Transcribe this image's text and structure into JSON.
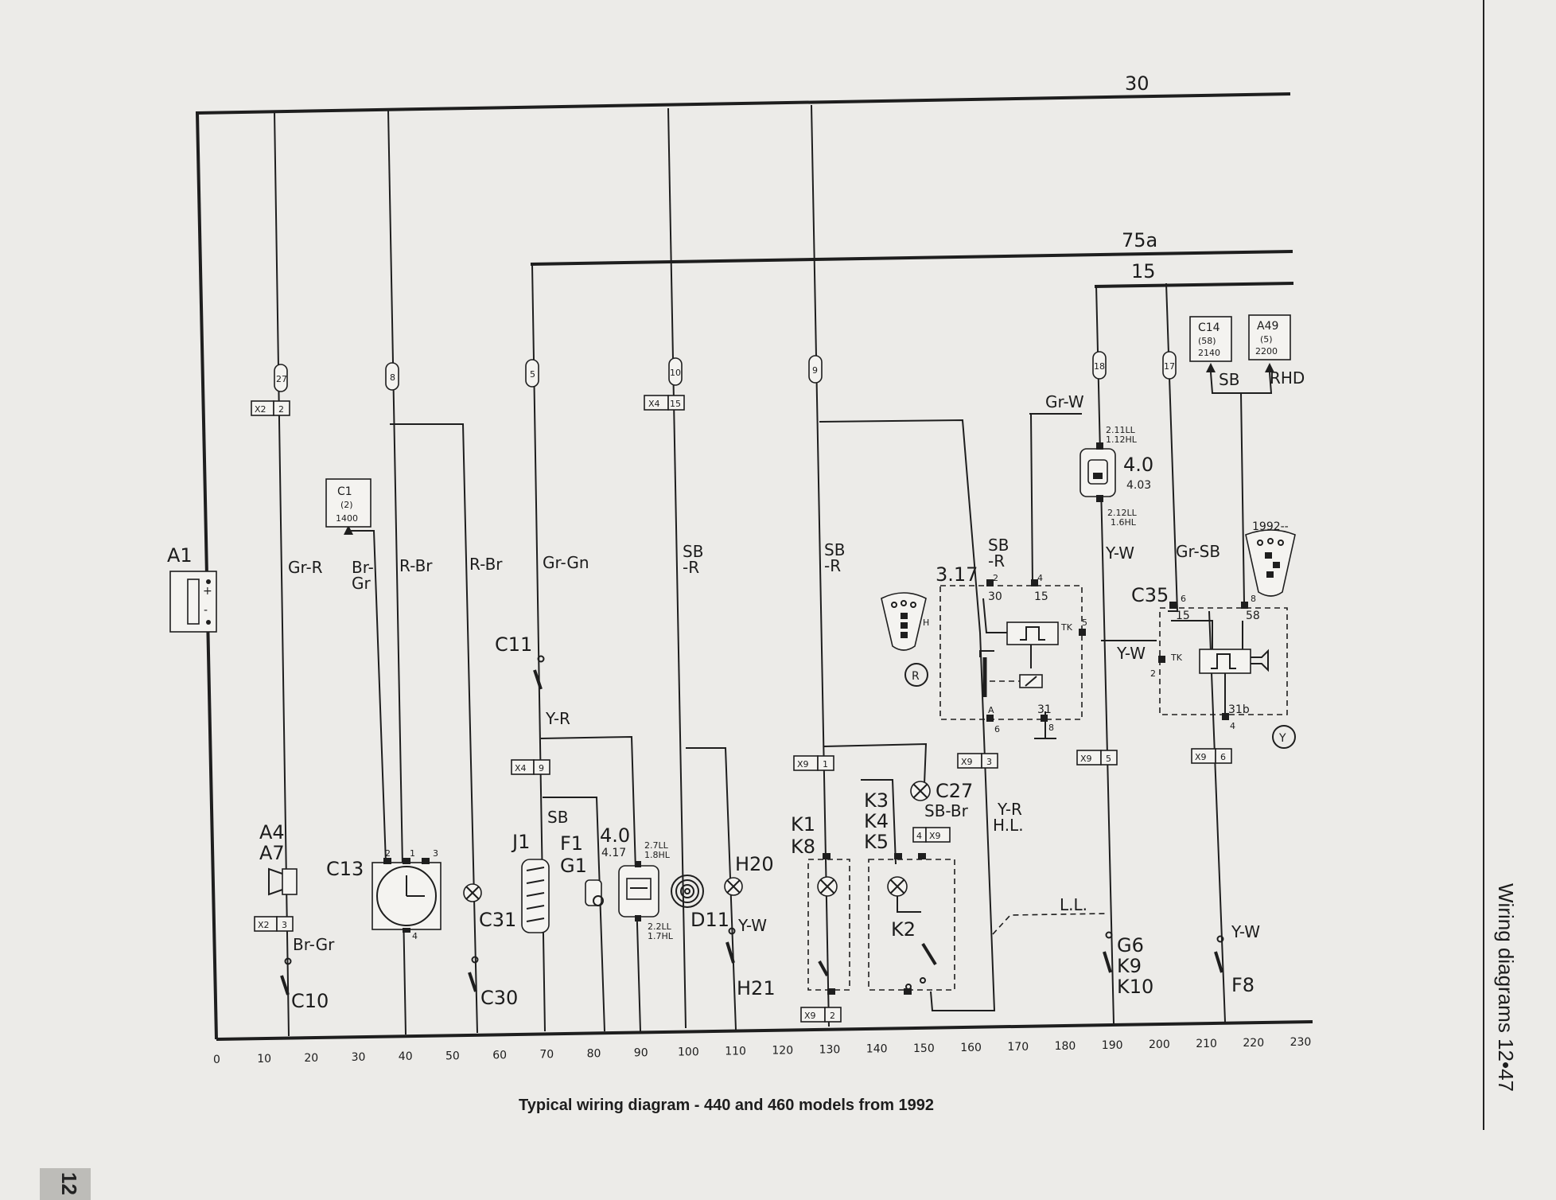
{
  "caption": "Typical wiring diagram - 440 and 460 models from 1992",
  "side_title": "Wiring diagrams  12•47",
  "page_number": "12",
  "buses": {
    "b30": "30",
    "b75a": "75a",
    "b15": "15"
  },
  "axis": [
    "0",
    "10",
    "20",
    "30",
    "40",
    "50",
    "60",
    "70",
    "80",
    "90",
    "100",
    "110",
    "120",
    "130",
    "140",
    "150",
    "160",
    "170",
    "180",
    "190",
    "200",
    "210",
    "220",
    "230"
  ],
  "fuses": [
    "27",
    "8",
    "5",
    "10",
    "9",
    "18",
    "17"
  ],
  "connectors": {
    "x2_2": [
      "X2",
      "2"
    ],
    "x4_15": [
      "X4",
      "15"
    ],
    "x2_3": [
      "X2",
      "3"
    ],
    "x4_9": [
      "X4",
      "9"
    ],
    "x9_1": [
      "X9",
      "1"
    ],
    "x9_2": [
      "X9",
      "2"
    ],
    "x9_3": [
      "X9",
      "3"
    ],
    "x9_5": [
      "X9",
      "5"
    ],
    "x9_6": [
      "X9",
      "6"
    ],
    "c4_x9": [
      "4",
      "X9"
    ]
  },
  "refs": {
    "c1": [
      "C1",
      "(2)",
      "1400"
    ],
    "c14": [
      "C14",
      "(58)",
      "2140"
    ],
    "a49": [
      "A49",
      "(5)",
      "2200"
    ]
  },
  "wires": {
    "gr_r": "Gr-R",
    "br_gr_a": "Br-",
    "br_gr_b": "Gr",
    "r_br_1": "R-Br",
    "r_br_2": "R-Br",
    "gr_gn": "Gr-Gn",
    "sb_r_1a": "SB",
    "sb_r_1b": "-R",
    "sb_r_2a": "SB",
    "sb_r_2b": "-R",
    "sb_r_3a": "SB",
    "sb_r_3b": "-R",
    "gr_w": "Gr-W",
    "y_w_1": "Y-W",
    "gr_sb": "Gr-SB",
    "sb": "SB",
    "rhd": "RHD",
    "y_r": "Y-R",
    "sb_j1": "SB",
    "br_gr_c": "Br-Gr",
    "y_w_h20": "Y-W",
    "sb_br": "SB-Br",
    "y_r_hl_a": "Y-R",
    "y_r_hl_b": "H.L.",
    "y_w_2": "Y-W",
    "y_w_3": "Y-W",
    "ll": "L.L."
  },
  "components": {
    "a1": "A1",
    "a4": "A4",
    "a7": "A7",
    "c13": "C13",
    "c10": "C10",
    "c31": "C31",
    "c30": "C30",
    "c11": "C11",
    "j1": "J1",
    "f1": "F1",
    "g1": "G1",
    "c40": "4.0",
    "c417": "4.17",
    "d11": "D11",
    "h20": "H20",
    "h21": "H21",
    "k1": "K1",
    "k8": "K8",
    "k3": "K3",
    "k4": "K4",
    "k5": "K5",
    "k2": "K2",
    "c27": "C27",
    "r317": "3.17",
    "c35": "C35",
    "r40": "4.0",
    "r403": "4.03",
    "g6": "G6",
    "k9": "K9",
    "k10": "K10",
    "f8": "F8",
    "r": "R",
    "y": "Y",
    "h": "H",
    "y1992": "1992--"
  },
  "pins": {
    "c13_2": "2",
    "c13_1": "1",
    "c13_3": "3",
    "c13_4": "4",
    "r317_2": "2",
    "r317_30": "30",
    "r317_4": "4",
    "r317_15": "15",
    "r317_tk": "TK",
    "r317_5": "5",
    "r317_a": "A",
    "r317_6": "6",
    "r317_31": "31",
    "r317_8": "8",
    "c35_6": "6",
    "c35_15": "15",
    "c35_8": "8",
    "c35_58": "58",
    "c35_tk": "TK",
    "c35_2": "2",
    "c35_31b": "31b",
    "c35_4": "4",
    "c40_27ll": "2.7LL",
    "c40_18hl": "1.8HL",
    "c40_22ll": "2.2LL",
    "c40_17hl": "1.7HL",
    "r40_211ll": "2.11LL",
    "r40_112hl": "1.12HL",
    "r40_212ll": "2.12LL",
    "r40_16hl": "1.6HL"
  }
}
